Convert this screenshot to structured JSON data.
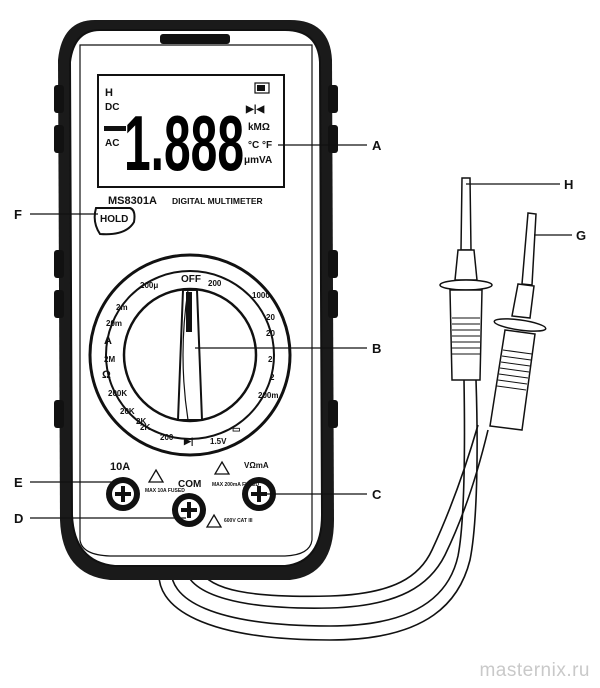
{
  "display": {
    "reading": "1.888",
    "model": "MS8301A",
    "title": "DIGITAL MULTIMETER",
    "icon_left": [
      "H",
      "DC",
      "AC"
    ],
    "icon_right": [
      "kMΩ",
      "°C °F",
      "μmVA"
    ]
  },
  "buttons": {
    "hold": "HOLD"
  },
  "dial": {
    "off": "OFF",
    "left_labels": [
      "200μ",
      "2m",
      "20m",
      "A",
      "Ω",
      "2M",
      "200K",
      "20K",
      "2K"
    ],
    "right_labels": [
      "200",
      "1000",
      "20",
      "2",
      "200m",
      "2",
      "20"
    ],
    "bottom_labels": [
      "200",
      "2K",
      "1.5V"
    ]
  },
  "jacks": {
    "a10": "10A",
    "com": "COM",
    "vohm": "VΩmA",
    "warn_a10": "MAX 10A FUSED",
    "warn_com": "MAX 200mA FUSED",
    "warn_v": "600V CAT III"
  },
  "callouts": {
    "A": "A",
    "B": "B",
    "C": "C",
    "D": "D",
    "E": "E",
    "F": "F",
    "G": "G",
    "H": "H"
  },
  "watermark": "masternix.ru"
}
